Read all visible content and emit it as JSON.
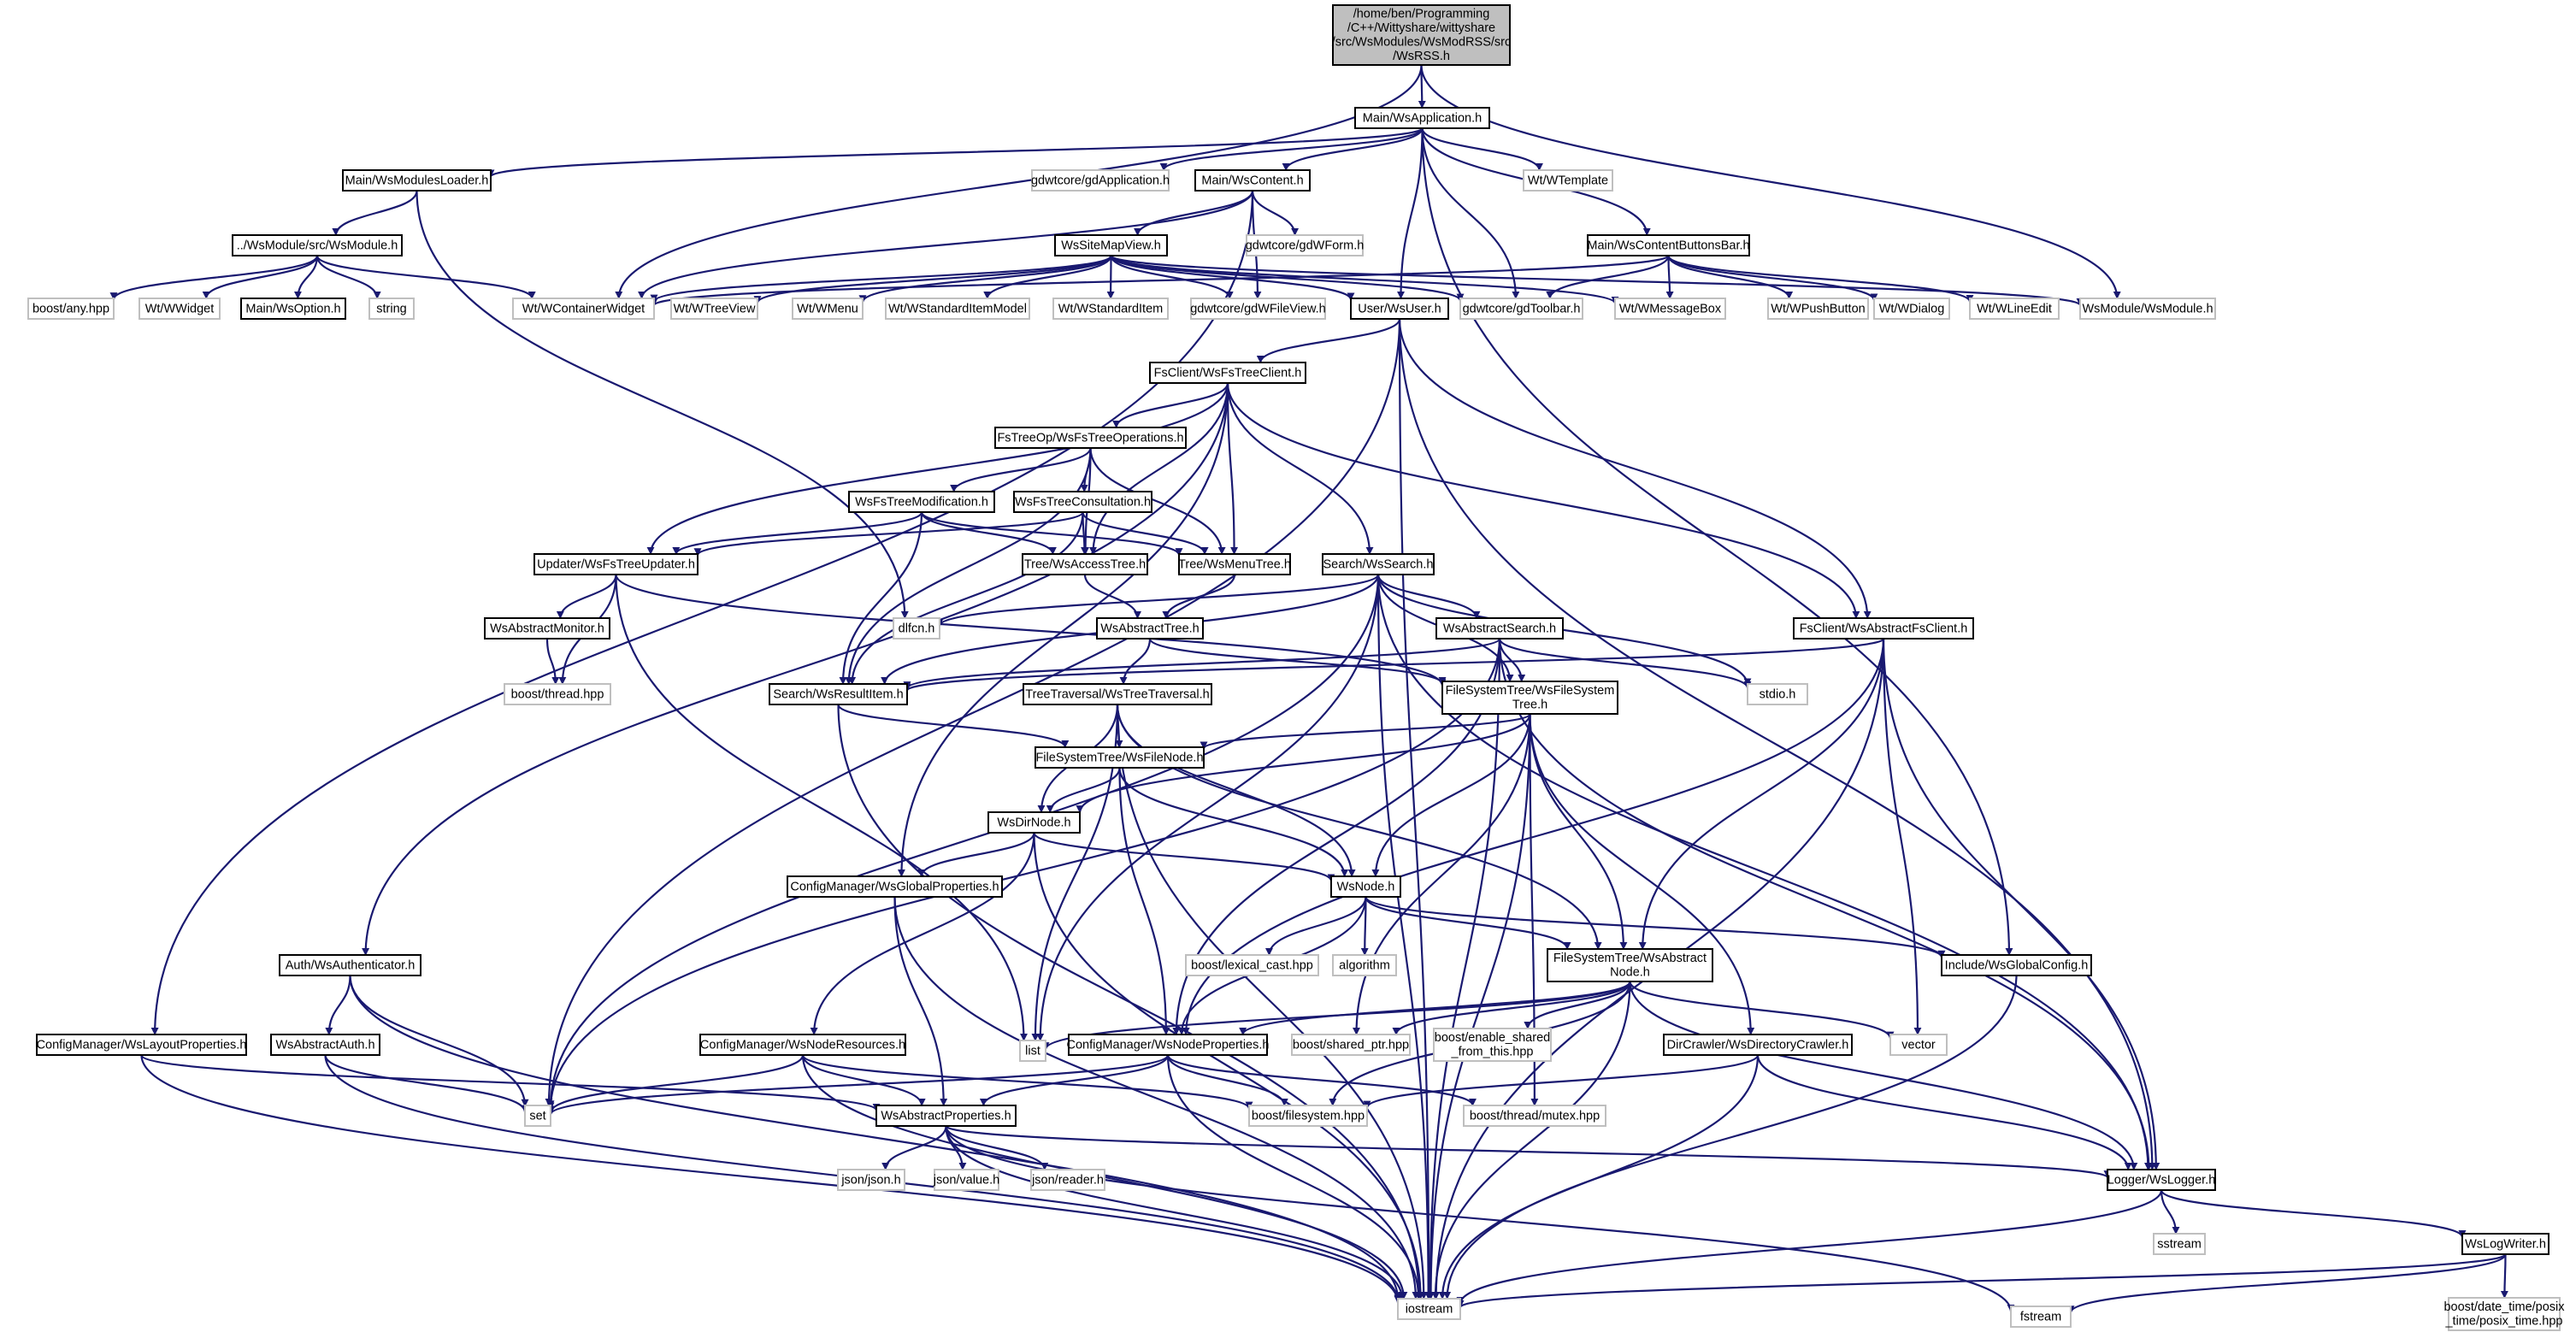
{
  "graph": {
    "colors": {
      "edge": "#191970",
      "root_fill": "#bfbfbf",
      "local_border": "#000000",
      "system_border": "#bfbfbf"
    },
    "nodes": [
      {
        "id": "root",
        "lines": [
          "/home/ben/Programming",
          "/C++/Wittyshare/wittyshare",
          "/src/WsModules/WsModRSS/src",
          "/WsRSS.h"
        ],
        "kind": "root"
      },
      {
        "id": "wsapp",
        "lines": [
          "Main/WsApplication.h"
        ],
        "kind": "local"
      },
      {
        "id": "modloader",
        "lines": [
          "Main/WsModulesLoader.h"
        ],
        "kind": "local"
      },
      {
        "id": "gdapp",
        "lines": [
          "gdwtcore/gdApplication.h"
        ],
        "kind": "sys"
      },
      {
        "id": "wscontent",
        "lines": [
          "Main/WsContent.h"
        ],
        "kind": "local"
      },
      {
        "id": "wtemplate",
        "lines": [
          "Wt/WTemplate"
        ],
        "kind": "sys"
      },
      {
        "id": "btnbar",
        "lines": [
          "Main/WsContentButtonsBar.h"
        ],
        "kind": "local"
      },
      {
        "id": "wsmodule_src",
        "lines": [
          "../WsModule/src/WsModule.h"
        ],
        "kind": "local"
      },
      {
        "id": "gdform",
        "lines": [
          "gdwtcore/gdWForm.h"
        ],
        "kind": "sys"
      },
      {
        "id": "sitemap",
        "lines": [
          "WsSiteMapView.h"
        ],
        "kind": "local"
      },
      {
        "id": "boostany",
        "lines": [
          "boost/any.hpp"
        ],
        "kind": "sys"
      },
      {
        "id": "wwidget",
        "lines": [
          "Wt/WWidget"
        ],
        "kind": "sys"
      },
      {
        "id": "wsoption",
        "lines": [
          "Main/WsOption.h"
        ],
        "kind": "local"
      },
      {
        "id": "string",
        "lines": [
          "string"
        ],
        "kind": "sys"
      },
      {
        "id": "wcontainer",
        "lines": [
          "Wt/WContainerWidget"
        ],
        "kind": "sys"
      },
      {
        "id": "wtreeview",
        "lines": [
          "Wt/WTreeView"
        ],
        "kind": "sys"
      },
      {
        "id": "wmenu",
        "lines": [
          "Wt/WMenu"
        ],
        "kind": "sys"
      },
      {
        "id": "wstdmodel",
        "lines": [
          "Wt/WStandardItemModel"
        ],
        "kind": "sys"
      },
      {
        "id": "wstditem",
        "lines": [
          "Wt/WStandardItem"
        ],
        "kind": "sys"
      },
      {
        "id": "gdfileview",
        "lines": [
          "gdwtcore/gdWFileView.h"
        ],
        "kind": "sys"
      },
      {
        "id": "wsuser",
        "lines": [
          "User/WsUser.h"
        ],
        "kind": "local"
      },
      {
        "id": "gdtoolbar",
        "lines": [
          "gdwtcore/gdToolbar.h"
        ],
        "kind": "sys"
      },
      {
        "id": "wmsgbox",
        "lines": [
          "Wt/WMessageBox"
        ],
        "kind": "sys"
      },
      {
        "id": "wpushbtn",
        "lines": [
          "Wt/WPushButton"
        ],
        "kind": "sys"
      },
      {
        "id": "wdialog",
        "lines": [
          "Wt/WDialog"
        ],
        "kind": "sys"
      },
      {
        "id": "wlineedit",
        "lines": [
          "Wt/WLineEdit"
        ],
        "kind": "sys"
      },
      {
        "id": "wsmodule_h",
        "lines": [
          "WsModule/WsModule.h"
        ],
        "kind": "sys"
      },
      {
        "id": "fstreeclient",
        "lines": [
          "FsClient/WsFsTreeClient.h"
        ],
        "kind": "local"
      },
      {
        "id": "fstreeops",
        "lines": [
          "FsTreeOp/WsFsTreeOperations.h"
        ],
        "kind": "local"
      },
      {
        "id": "fstreemod",
        "lines": [
          "WsFsTreeModification.h"
        ],
        "kind": "local"
      },
      {
        "id": "fstreecons",
        "lines": [
          "WsFsTreeConsultation.h"
        ],
        "kind": "local"
      },
      {
        "id": "treeupdater",
        "lines": [
          "Updater/WsFsTreeUpdater.h"
        ],
        "kind": "local"
      },
      {
        "id": "accesstree",
        "lines": [
          "Tree/WsAccessTree.h"
        ],
        "kind": "local"
      },
      {
        "id": "menutree",
        "lines": [
          "Tree/WsMenuTree.h"
        ],
        "kind": "local"
      },
      {
        "id": "wssearch",
        "lines": [
          "Search/WsSearch.h"
        ],
        "kind": "local"
      },
      {
        "id": "absmonitor",
        "lines": [
          "WsAbstractMonitor.h"
        ],
        "kind": "local"
      },
      {
        "id": "dlfcn",
        "lines": [
          "dlfcn.h"
        ],
        "kind": "sys"
      },
      {
        "id": "abstree",
        "lines": [
          "WsAbstractTree.h"
        ],
        "kind": "local"
      },
      {
        "id": "abssearch",
        "lines": [
          "WsAbstractSearch.h"
        ],
        "kind": "local"
      },
      {
        "id": "absfsclient",
        "lines": [
          "FsClient/WsAbstractFsClient.h"
        ],
        "kind": "local"
      },
      {
        "id": "boostthread",
        "lines": [
          "boost/thread.hpp"
        ],
        "kind": "sys"
      },
      {
        "id": "resultitem",
        "lines": [
          "Search/WsResultItem.h"
        ],
        "kind": "local"
      },
      {
        "id": "treetrav",
        "lines": [
          "TreeTraversal/WsTreeTraversal.h"
        ],
        "kind": "local"
      },
      {
        "id": "fstree",
        "lines": [
          "FileSystemTree/WsFileSystem",
          "Tree.h"
        ],
        "kind": "local"
      },
      {
        "id": "stdio",
        "lines": [
          "stdio.h"
        ],
        "kind": "sys"
      },
      {
        "id": "filenode",
        "lines": [
          "FileSystemTree/WsFileNode.h"
        ],
        "kind": "local"
      },
      {
        "id": "dirnode",
        "lines": [
          "WsDirNode.h"
        ],
        "kind": "local"
      },
      {
        "id": "globalprops",
        "lines": [
          "ConfigManager/WsGlobalProperties.h"
        ],
        "kind": "local"
      },
      {
        "id": "wsnode",
        "lines": [
          "WsNode.h"
        ],
        "kind": "local"
      },
      {
        "id": "authenticator",
        "lines": [
          "Auth/WsAuthenticator.h"
        ],
        "kind": "local"
      },
      {
        "id": "lexical",
        "lines": [
          "boost/lexical_cast.hpp"
        ],
        "kind": "sys"
      },
      {
        "id": "algorithm",
        "lines": [
          "algorithm"
        ],
        "kind": "sys"
      },
      {
        "id": "absnode",
        "lines": [
          "FileSystemTree/WsAbstract",
          "Node.h"
        ],
        "kind": "local"
      },
      {
        "id": "globalconfig",
        "lines": [
          "Include/WsGlobalConfig.h"
        ],
        "kind": "local"
      },
      {
        "id": "absauth",
        "lines": [
          "WsAbstractAuth.h"
        ],
        "kind": "local"
      },
      {
        "id": "layoutprops",
        "lines": [
          "ConfigManager/WsLayoutProperties.h"
        ],
        "kind": "local"
      },
      {
        "id": "noderes",
        "lines": [
          "ConfigManager/WsNodeResources.h"
        ],
        "kind": "local"
      },
      {
        "id": "list",
        "lines": [
          "list"
        ],
        "kind": "sys"
      },
      {
        "id": "nodeprops",
        "lines": [
          "ConfigManager/WsNodeProperties.h"
        ],
        "kind": "local"
      },
      {
        "id": "sharedptr",
        "lines": [
          "boost/shared_ptr.hpp"
        ],
        "kind": "sys"
      },
      {
        "id": "enableshared",
        "lines": [
          "boost/enable_shared",
          "_from_this.hpp"
        ],
        "kind": "sys"
      },
      {
        "id": "vector",
        "lines": [
          "vector"
        ],
        "kind": "sys"
      },
      {
        "id": "dircrawler",
        "lines": [
          "DirCrawler/WsDirectoryCrawler.h"
        ],
        "kind": "local"
      },
      {
        "id": "set",
        "lines": [
          "set"
        ],
        "kind": "sys"
      },
      {
        "id": "boostfs",
        "lines": [
          "boost/filesystem.hpp"
        ],
        "kind": "sys"
      },
      {
        "id": "mutex",
        "lines": [
          "boost/thread/mutex.hpp"
        ],
        "kind": "sys"
      },
      {
        "id": "absprops",
        "lines": [
          "WsAbstractProperties.h"
        ],
        "kind": "local"
      },
      {
        "id": "json",
        "lines": [
          "json/json.h"
        ],
        "kind": "sys"
      },
      {
        "id": "jsonvalue",
        "lines": [
          "json/value.h"
        ],
        "kind": "sys"
      },
      {
        "id": "jsonreader",
        "lines": [
          "json/reader.h"
        ],
        "kind": "sys"
      },
      {
        "id": "logger",
        "lines": [
          "Logger/WsLogger.h"
        ],
        "kind": "local"
      },
      {
        "id": "sstream",
        "lines": [
          "sstream"
        ],
        "kind": "sys"
      },
      {
        "id": "logwriter",
        "lines": [
          "WsLogWriter.h"
        ],
        "kind": "local"
      },
      {
        "id": "iostream",
        "lines": [
          "iostream"
        ],
        "kind": "sys"
      },
      {
        "id": "fstream",
        "lines": [
          "fstream"
        ],
        "kind": "sys"
      },
      {
        "id": "posixtime",
        "lines": [
          "boost/date_time/posix",
          "_time/posix_time.hpp"
        ],
        "kind": "sys"
      }
    ],
    "edges": [
      [
        "root",
        "wsapp"
      ],
      [
        "root",
        "wcontainer"
      ],
      [
        "root",
        "wsmodule_h"
      ],
      [
        "wsapp",
        "modloader"
      ],
      [
        "wsapp",
        "gdapp"
      ],
      [
        "wsapp",
        "wscontent"
      ],
      [
        "wsapp",
        "wtemplate"
      ],
      [
        "wsapp",
        "btnbar"
      ],
      [
        "wsapp",
        "wsuser"
      ],
      [
        "wsapp",
        "gdtoolbar"
      ],
      [
        "wsapp",
        "globalconfig"
      ],
      [
        "modloader",
        "wsmodule_src"
      ],
      [
        "modloader",
        "dlfcn"
      ],
      [
        "wsmodule_src",
        "boostany"
      ],
      [
        "wsmodule_src",
        "wwidget"
      ],
      [
        "wsmodule_src",
        "wsoption"
      ],
      [
        "wsmodule_src",
        "string"
      ],
      [
        "wsmodule_src",
        "wcontainer"
      ],
      [
        "wscontent",
        "wcontainer"
      ],
      [
        "wscontent",
        "gdform"
      ],
      [
        "wscontent",
        "sitemap"
      ],
      [
        "wscontent",
        "gdfileview"
      ],
      [
        "wscontent",
        "layoutprops"
      ],
      [
        "sitemap",
        "wcontainer"
      ],
      [
        "sitemap",
        "wtreeview"
      ],
      [
        "sitemap",
        "wmenu"
      ],
      [
        "sitemap",
        "wstdmodel"
      ],
      [
        "sitemap",
        "wstditem"
      ],
      [
        "sitemap",
        "gdfileview"
      ],
      [
        "sitemap",
        "wsuser"
      ],
      [
        "sitemap",
        "gdtoolbar"
      ],
      [
        "sitemap",
        "wmsgbox"
      ],
      [
        "sitemap",
        "wsmodule_h"
      ],
      [
        "btnbar",
        "wcontainer"
      ],
      [
        "btnbar",
        "gdtoolbar"
      ],
      [
        "btnbar",
        "wmsgbox"
      ],
      [
        "btnbar",
        "wpushbtn"
      ],
      [
        "btnbar",
        "wdialog"
      ],
      [
        "btnbar",
        "wlineedit"
      ],
      [
        "wsuser",
        "fstreeclient"
      ],
      [
        "wsuser",
        "absfsclient"
      ],
      [
        "wsuser",
        "logger"
      ],
      [
        "wsuser",
        "set"
      ],
      [
        "wsuser",
        "iostream"
      ],
      [
        "fstreeclient",
        "fstreeops"
      ],
      [
        "fstreeclient",
        "treeupdater"
      ],
      [
        "fstreeclient",
        "accesstree"
      ],
      [
        "fstreeclient",
        "menutree"
      ],
      [
        "fstreeclient",
        "wssearch"
      ],
      [
        "fstreeclient",
        "absfsclient"
      ],
      [
        "fstreeclient",
        "authenticator"
      ],
      [
        "fstreeclient",
        "globalprops"
      ],
      [
        "fstreeops",
        "fstreemod"
      ],
      [
        "fstreeops",
        "fstreecons"
      ],
      [
        "fstreeops",
        "resultitem"
      ],
      [
        "fstreeops",
        "accesstree"
      ],
      [
        "fstreeops",
        "menutree"
      ],
      [
        "fstreemod",
        "treeupdater"
      ],
      [
        "fstreemod",
        "accesstree"
      ],
      [
        "fstreemod",
        "menutree"
      ],
      [
        "fstreemod",
        "resultitem"
      ],
      [
        "fstreecons",
        "treeupdater"
      ],
      [
        "fstreecons",
        "accesstree"
      ],
      [
        "fstreecons",
        "menutree"
      ],
      [
        "fstreecons",
        "resultitem"
      ],
      [
        "treeupdater",
        "absmonitor"
      ],
      [
        "treeupdater",
        "boostthread"
      ],
      [
        "treeupdater",
        "fstree"
      ],
      [
        "treeupdater",
        "list"
      ],
      [
        "absmonitor",
        "boostthread"
      ],
      [
        "accesstree",
        "abstree"
      ],
      [
        "menutree",
        "abstree"
      ],
      [
        "abstree",
        "treetrav"
      ],
      [
        "abstree",
        "fstree"
      ],
      [
        "wssearch",
        "dlfcn"
      ],
      [
        "wssearch",
        "resultitem"
      ],
      [
        "wssearch",
        "abssearch"
      ],
      [
        "wssearch",
        "fstree"
      ],
      [
        "wssearch",
        "stdio"
      ],
      [
        "wssearch",
        "logger"
      ],
      [
        "wssearch",
        "list"
      ],
      [
        "wssearch",
        "set"
      ],
      [
        "wssearch",
        "iostream"
      ],
      [
        "abssearch",
        "resultitem"
      ],
      [
        "abssearch",
        "fstree"
      ],
      [
        "abssearch",
        "stdio"
      ],
      [
        "abssearch",
        "logger"
      ],
      [
        "abssearch",
        "nodeprops"
      ],
      [
        "abssearch",
        "set"
      ],
      [
        "abssearch",
        "iostream"
      ],
      [
        "absfsclient",
        "resultitem"
      ],
      [
        "absfsclient",
        "absnode"
      ],
      [
        "absfsclient",
        "nodeprops"
      ],
      [
        "absfsclient",
        "vector"
      ],
      [
        "absfsclient",
        "logger"
      ],
      [
        "absfsclient",
        "iostream"
      ],
      [
        "resultitem",
        "filenode"
      ],
      [
        "resultitem",
        "iostream"
      ],
      [
        "treetrav",
        "filenode"
      ],
      [
        "treetrav",
        "dirnode"
      ],
      [
        "treetrav",
        "wsnode"
      ],
      [
        "treetrav",
        "absnode"
      ],
      [
        "treetrav",
        "list"
      ],
      [
        "treetrav",
        "iostream"
      ],
      [
        "fstree",
        "filenode"
      ],
      [
        "fstree",
        "dirnode"
      ],
      [
        "fstree",
        "wsnode"
      ],
      [
        "fstree",
        "absnode"
      ],
      [
        "fstree",
        "dircrawler"
      ],
      [
        "fstree",
        "sharedptr"
      ],
      [
        "fstree",
        "mutex"
      ],
      [
        "fstree",
        "iostream"
      ],
      [
        "filenode",
        "dirnode"
      ],
      [
        "filenode",
        "wsnode"
      ],
      [
        "filenode",
        "nodeprops"
      ],
      [
        "dirnode",
        "wsnode"
      ],
      [
        "dirnode",
        "globalprops"
      ],
      [
        "dirnode",
        "noderes"
      ],
      [
        "dirnode",
        "iostream"
      ],
      [
        "globalprops",
        "absprops"
      ],
      [
        "globalprops",
        "iostream"
      ],
      [
        "wsnode",
        "lexical"
      ],
      [
        "wsnode",
        "algorithm"
      ],
      [
        "wsnode",
        "absnode"
      ],
      [
        "wsnode",
        "nodeprops"
      ],
      [
        "wsnode",
        "globalconfig"
      ],
      [
        "absnode",
        "list"
      ],
      [
        "absnode",
        "nodeprops"
      ],
      [
        "absnode",
        "sharedptr"
      ],
      [
        "absnode",
        "enableshared"
      ],
      [
        "absnode",
        "vector"
      ],
      [
        "absnode",
        "boostfs"
      ],
      [
        "absnode",
        "logger"
      ],
      [
        "absnode",
        "iostream"
      ],
      [
        "globalconfig",
        "iostream"
      ],
      [
        "authenticator",
        "absauth"
      ],
      [
        "authenticator",
        "set"
      ],
      [
        "authenticator",
        "iostream"
      ],
      [
        "absauth",
        "set"
      ],
      [
        "absauth",
        "iostream"
      ],
      [
        "layoutprops",
        "absprops"
      ],
      [
        "layoutprops",
        "iostream"
      ],
      [
        "noderes",
        "absprops"
      ],
      [
        "noderes",
        "set"
      ],
      [
        "noderes",
        "boostfs"
      ],
      [
        "noderes",
        "iostream"
      ],
      [
        "nodeprops",
        "absprops"
      ],
      [
        "nodeprops",
        "set"
      ],
      [
        "nodeprops",
        "boostfs"
      ],
      [
        "nodeprops",
        "mutex"
      ],
      [
        "nodeprops",
        "iostream"
      ],
      [
        "dircrawler",
        "boostfs"
      ],
      [
        "dircrawler",
        "logger"
      ],
      [
        "dircrawler",
        "iostream"
      ],
      [
        "absprops",
        "json"
      ],
      [
        "absprops",
        "jsonvalue"
      ],
      [
        "absprops",
        "jsonreader"
      ],
      [
        "absprops",
        "logger"
      ],
      [
        "absprops",
        "iostream"
      ],
      [
        "absprops",
        "fstream"
      ],
      [
        "logger",
        "sstream"
      ],
      [
        "logger",
        "logwriter"
      ],
      [
        "logger",
        "iostream"
      ],
      [
        "logwriter",
        "iostream"
      ],
      [
        "logwriter",
        "fstream"
      ],
      [
        "logwriter",
        "posixtime"
      ]
    ]
  }
}
